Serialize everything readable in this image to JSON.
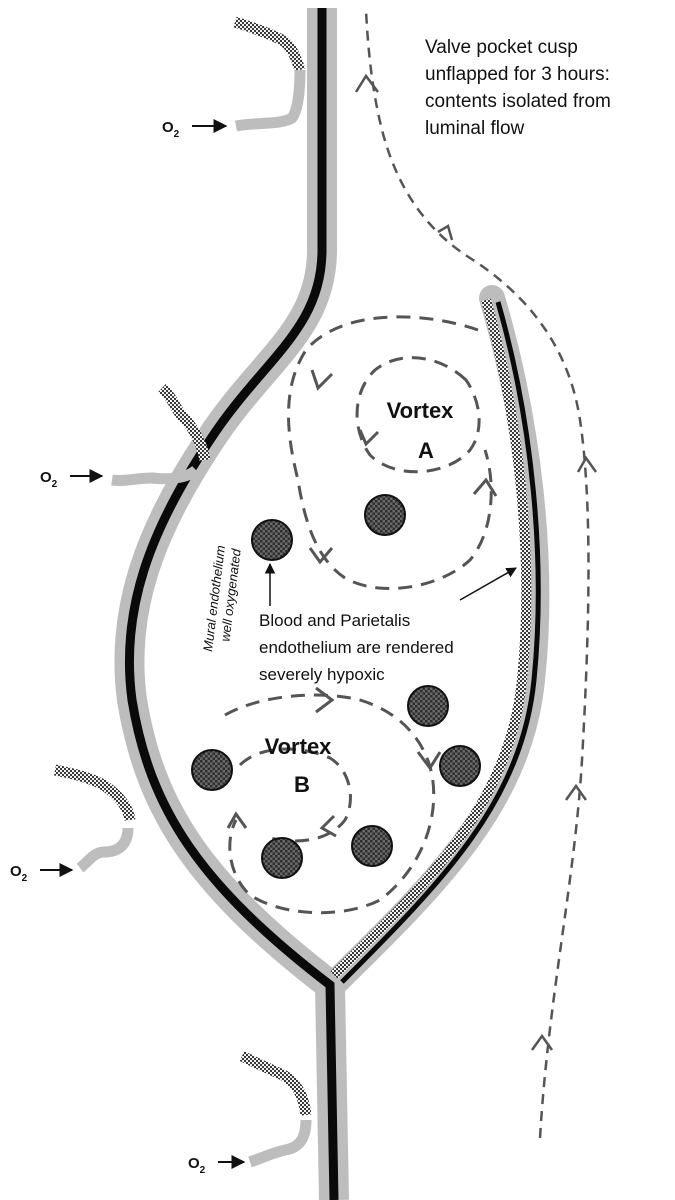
{
  "caption": {
    "lines": [
      "Valve pocket cusp",
      "unflapped for 3 hours:",
      "contents isolated from",
      "luminal flow"
    ]
  },
  "vortices": [
    {
      "word": "Vortex",
      "letter": "A"
    },
    {
      "word": "Vortex",
      "letter": "B"
    }
  ],
  "hypoxia_note": {
    "lines": [
      "Blood and Parietalis",
      "endothelium are rendered",
      "severely hypoxic"
    ]
  },
  "mural_note": {
    "lines": [
      "Mural endothelium",
      "well oxygenated"
    ]
  },
  "oxygen_label": {
    "base": "O",
    "subscript": "2"
  },
  "colors": {
    "vessel_wall": "#0a0a0a",
    "endothelium_band": "#bdbdbd",
    "flow_arrows": "#555555",
    "blood_cell_fill": "#666666"
  }
}
